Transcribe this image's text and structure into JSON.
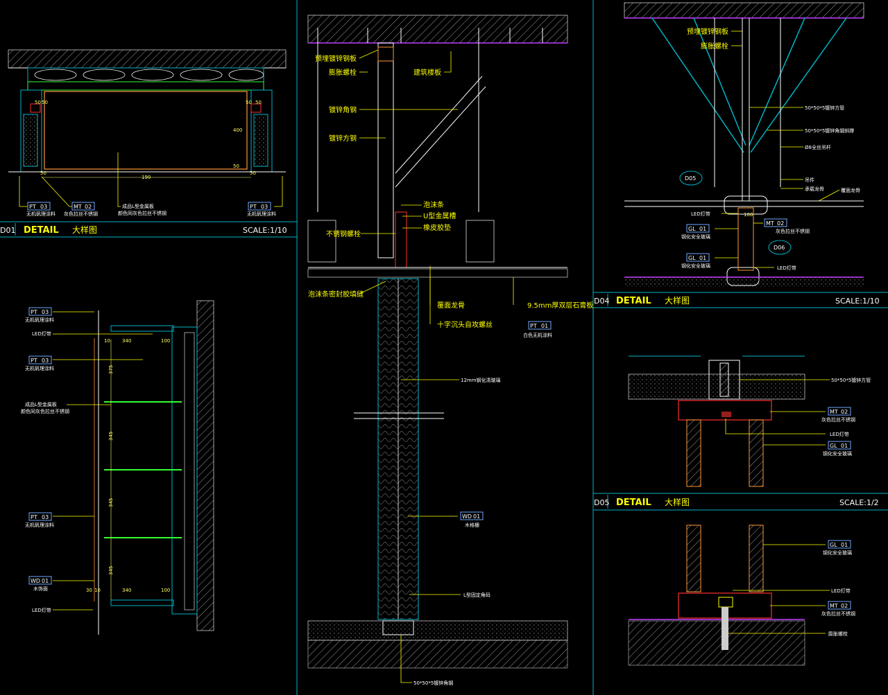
{
  "frames": [
    {
      "num": "D01",
      "title": "DETAIL",
      "cn": "大样图",
      "scale": "SCALE:1/10"
    },
    {
      "num": "D04",
      "title": "DETAIL",
      "cn": "大样图",
      "scale": "SCALE:1/10"
    },
    {
      "num": "D05",
      "title": "DETAIL",
      "cn": "大样图",
      "scale": "SCALE:1/2"
    }
  ],
  "d01": {
    "dims": [
      "50",
      "50",
      "50",
      "50",
      "400",
      "50",
      "190",
      "50",
      "50"
    ],
    "tags": [
      {
        "code": "PT",
        "num": "03",
        "desc": "无机矾理涂料"
      },
      {
        "code": "MT",
        "num": "02",
        "desc": "灰色拉丝不锈钢"
      },
      {
        "code": "PT",
        "num": "03",
        "desc": "无机矾理涂料"
      }
    ],
    "note1": "成品L型金属板",
    "note2": "颜色同灰色拉丝不锈钢"
  },
  "d02": {
    "tags": [
      {
        "code": "PT",
        "num": "03",
        "desc": "无机矾理涂料"
      },
      {
        "code": "PT",
        "num": "03",
        "desc": "无机矾理涂料"
      },
      {
        "code": "PT",
        "num": "03",
        "desc": "无机矾理涂料"
      },
      {
        "code": "WD",
        "num": "01",
        "desc": "木饰面"
      }
    ],
    "led1": "LED灯带",
    "led2": "LED灯带",
    "note1": "成品L型金属板",
    "note2": "颜色同灰色拉丝不锈钢",
    "dims_top": [
      "10",
      "340",
      "100"
    ],
    "dims_bot": [
      "30",
      "10",
      "340",
      "100"
    ],
    "dims_v": [
      "375",
      "345",
      "345",
      "345"
    ]
  },
  "d03": {
    "labels": [
      "预埋镀锌钢板",
      "膨胀螺栓",
      "建筑楼板",
      "镀锌角钢",
      "镀锌方钢",
      "泡沫条",
      "U型金属槽",
      "橡皮胶垫",
      "不锈钢螺栓",
      "泡沫条密封胶填缝",
      "覆面龙骨",
      "十字沉头自攻螺丝",
      "9.5mm厚双层石膏板",
      "12mm钢化清玻璃",
      "L型固定角码",
      "50*50*5镀锌角钢"
    ],
    "tags": [
      {
        "code": "PT",
        "num": "01",
        "desc": "白色无机涂料"
      },
      {
        "code": "WD",
        "num": "01",
        "desc": "木格栅"
      }
    ]
  },
  "d04": {
    "labels": [
      "预埋镀锌钢板",
      "膨胀螺栓",
      "50*50*5镀锌方管",
      "50*50*5镀锌角钢斜撑",
      "Ø8全丝吊杆",
      "吊件",
      "承载龙骨",
      "覆面龙骨",
      "LED灯带",
      "LED灯带"
    ],
    "callouts": [
      "D05",
      "D06"
    ],
    "tags": [
      {
        "code": "MT",
        "num": "02",
        "desc": "灰色拉丝不锈钢"
      },
      {
        "code": "GL",
        "num": "01",
        "desc": "钢化安全玻璃"
      },
      {
        "code": "GL",
        "num": "01",
        "desc": "钢化安全玻璃"
      }
    ],
    "dim": "100"
  },
  "d05": {
    "labels": [
      "50*50*5镀锌方管",
      "LED灯带"
    ],
    "tags": [
      {
        "code": "MT",
        "num": "02",
        "desc": "灰色拉丝不锈钢"
      },
      {
        "code": "GL",
        "num": "01",
        "desc": "钢化安全玻璃"
      }
    ]
  },
  "d06": {
    "labels": [
      "LED灯带",
      "膨胀螺栓"
    ],
    "tags": [
      {
        "code": "GL",
        "num": "01",
        "desc": "钢化安全玻璃"
      },
      {
        "code": "MT",
        "num": "02",
        "desc": "灰色拉丝不锈钢"
      }
    ]
  },
  "colors": {
    "frame": "#00b4c8",
    "text": "#ffff00",
    "line": "#ffffff",
    "accent": "#ff3030",
    "green": "#33ff33",
    "purple": "#c040ff"
  }
}
